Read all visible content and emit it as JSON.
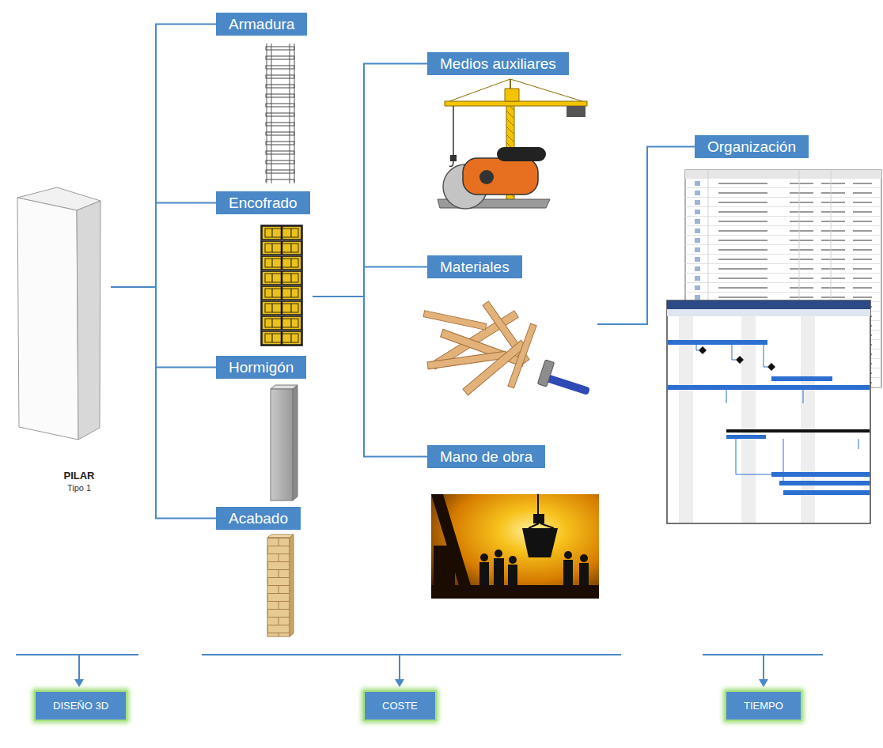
{
  "diagram": {
    "nodes": [
      {
        "text": [
          "PILAR",
          "Tipo 1"
        ]
      },
      {
        "text": [
          "Armadura"
        ]
      },
      {
        "text": [
          "Encofrado"
        ]
      },
      {
        "text": [
          "Hormigón"
        ]
      },
      {
        "text": [
          "Acabado"
        ]
      },
      {
        "text": [
          "Medios auxiliares"
        ]
      },
      {
        "text": [
          "Materiales"
        ]
      },
      {
        "text": [
          "Mano de obra"
        ]
      },
      {
        "text": [
          "Organización"
        ]
      },
      {
        "text": [
          "DISEÑO 3D"
        ]
      },
      {
        "text": [
          "COSTE"
        ]
      },
      {
        "text": [
          "TIEMPO"
        ]
      }
    ],
    "edges": [
      {
        "from": 0,
        "to": 1,
        "arrow": "none"
      },
      {
        "from": 0,
        "to": 2,
        "arrow": "none"
      },
      {
        "from": 0,
        "to": 3,
        "arrow": "none"
      },
      {
        "from": 0,
        "to": 4,
        "arrow": "none"
      },
      {
        "from": 2,
        "to": 5,
        "arrow": "none"
      },
      {
        "from": 2,
        "to": 6,
        "arrow": "none"
      },
      {
        "from": 2,
        "to": 7,
        "arrow": "none"
      },
      {
        "from": 6,
        "to": 8,
        "arrow": "none"
      }
    ]
  }
}
